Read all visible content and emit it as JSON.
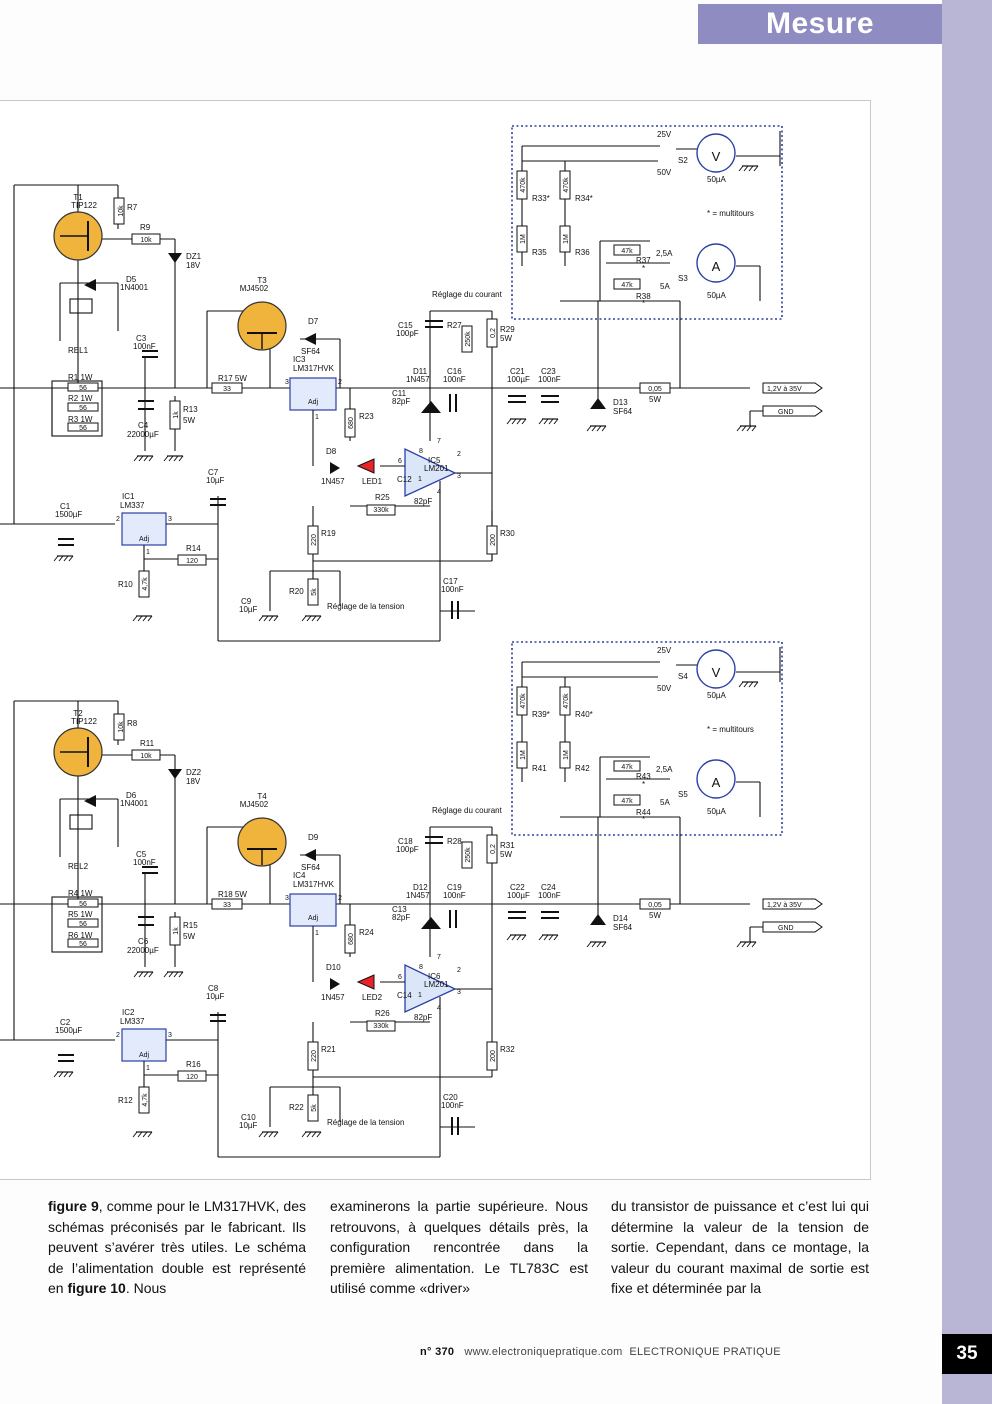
{
  "header": {
    "section": "Mesure"
  },
  "schematic": {
    "upper": {
      "transistor_t1": "T1",
      "transistor_t1_type": "TIP122",
      "r7": "R7",
      "r7_val": "10k",
      "r9": "R9",
      "r9_val": "10k",
      "dz1": "DZ1",
      "dz1_val": "18V",
      "d5": "D5",
      "d5_val": "1N4001",
      "rel1": "REL1",
      "c3": "C3",
      "c3_val": "100nF",
      "r1": "R1  1W",
      "r1_val": "56",
      "r2": "R2  1W",
      "r2_val": "56",
      "r3": "R3  1W",
      "r3_val": "56",
      "c4": "C4",
      "c4_val": "22000µF",
      "r13": "R13",
      "r13_val": "5W",
      "r13_r": "1k",
      "r17": "R17 5W",
      "r17_val": "33",
      "t3": "T3",
      "t3_type": "MJ4502",
      "d7": "D7",
      "d7_val": "SF64",
      "ic3": "IC3",
      "ic3_type": "LM317HVK",
      "adj": "Adj",
      "r23": "R23",
      "r23_val": "680",
      "d8": "D8",
      "d8_val": "1N457",
      "led1": "LED1",
      "c11": "C11",
      "c11_val": "82pF",
      "d11": "D11",
      "d11_val": "1N457",
      "c16": "C16",
      "c16_val": "100nF",
      "c15": "C15",
      "c15_val": "100pF",
      "r27": "R27",
      "r27_val": "250k",
      "r29": "R29",
      "r29_val": "5W",
      "r29_r": "0,2",
      "reglage_courant": "Réglage du courant",
      "ic5": "IC5",
      "ic5_type": "LM201",
      "c12": "C12",
      "c12_val": "82pF",
      "r25": "R25",
      "r25_val": "330k",
      "c21": "C21",
      "c21_val": "100µF",
      "c23": "C23",
      "c23_val": "100nF",
      "d13": "D13",
      "d13_val": "SF64",
      "r_shunt": "0,05",
      "r_shunt_w": "5W",
      "out_v": "1,2V à 35V",
      "out_gnd": "GND",
      "c1": "C1",
      "c1_val": "1500µF",
      "ic1": "IC1",
      "ic1_type": "LM337",
      "c7": "C7",
      "c7_val": "10µF",
      "r14": "R14",
      "r14_val": "120",
      "r10": "R10",
      "r10_val": "4,7k",
      "r19": "R19",
      "r19_val": "220",
      "r30": "R30",
      "r30_val": "200",
      "r20": "R20",
      "r20_val": "5k",
      "c9": "C9",
      "c9_val": "10µF",
      "reglage_tension": "Réglage de la tension",
      "c17": "C17",
      "c17_val": "100nF",
      "s2_25v": "25V",
      "s2_50v": "50V",
      "s2": "S2",
      "meter_v": "V",
      "meter_v_val": "50µA",
      "r33": "R33*",
      "r34": "R34*",
      "r_470k": "470k",
      "multitours": "* = multitours",
      "r35": "R35",
      "r36": "R36",
      "r_1m": "1M",
      "r37": "R37",
      "r37_val": "47k",
      "star": "*",
      "r38": "R38",
      "r38_val": "47k",
      "s3_25a": "2,5A",
      "s3_5a": "5A",
      "s3": "S3",
      "meter_a": "A",
      "meter_a_val": "50µA"
    },
    "lower": {
      "transistor_t2": "T2",
      "transistor_t2_type": "TIP122",
      "r8": "R8",
      "r8_val": "10k",
      "r11": "R11",
      "r11_val": "10k",
      "dz2": "DZ2",
      "dz2_val": "18V",
      "d6": "D6",
      "d6_val": "1N4001",
      "rel2": "REL2",
      "c5": "C5",
      "c5_val": "100nF",
      "r4": "R4  1W",
      "r4_val": "56",
      "r5": "R5  1W",
      "r5_val": "56",
      "r6": "R6  1W",
      "r6_val": "56",
      "c6": "C6",
      "c6_val": "22000µF",
      "r15": "R15",
      "r15_val": "5W",
      "r15_r": "1k",
      "r18": "R18 5W",
      "r18_val": "33",
      "t4": "T4",
      "t4_type": "MJ4502",
      "d9": "D9",
      "d9_val": "SF64",
      "ic4": "IC4",
      "ic4_type": "LM317HVK",
      "adj": "Adj",
      "r24": "R24",
      "r24_val": "680",
      "d10": "D10",
      "d10_val": "1N457",
      "led2": "LED2",
      "c13": "C13",
      "c13_val": "82pF",
      "d12": "D12",
      "d12_val": "1N457",
      "c19": "C19",
      "c19_val": "100nF",
      "c18": "C18",
      "c18_val": "100pF",
      "r28": "R28",
      "r28_val": "250k",
      "r31": "R31",
      "r31_val": "5W",
      "r31_r": "0,2",
      "reglage_courant": "Réglage du courant",
      "ic6": "IC6",
      "ic6_type": "LM201",
      "c14": "C14",
      "c14_val": "82pF",
      "r26": "R26",
      "r26_val": "330k",
      "c22": "C22",
      "c22_val": "100µF",
      "c24": "C24",
      "c24_val": "100nF",
      "d14": "D14",
      "d14_val": "SF64",
      "r_shunt": "0,05",
      "r_shunt_w": "5W",
      "out_v": "1,2V à 35V",
      "out_gnd": "GND",
      "c2": "C2",
      "c2_val": "1500µF",
      "ic2": "IC2",
      "ic2_type": "LM337",
      "c8": "C8",
      "c8_val": "10µF",
      "r16": "R16",
      "r16_val": "120",
      "r12": "R12",
      "r12_val": "4,7k",
      "r21": "R21",
      "r21_val": "220",
      "r32": "R32",
      "r32_val": "200",
      "r22": "R22",
      "r22_val": "5k",
      "c10": "C10",
      "c10_val": "10µF",
      "reglage_tension": "Réglage de la tension",
      "c20": "C20",
      "c20_val": "100nF",
      "s4_25v": "25V",
      "s4_50v": "50V",
      "s4": "S4",
      "meter_v": "V",
      "meter_v_val": "50µA",
      "r39": "R39*",
      "r40": "R40*",
      "r_470k": "470k",
      "multitours": "* = multitours",
      "r41": "R41",
      "r42": "R42",
      "r_1m": "1M",
      "r43": "R43",
      "r43_val": "47k",
      "star": "*",
      "r44": "R44",
      "r44_val": "47k",
      "s5_25a": "2,5A",
      "s5_5a": "5A",
      "s5": "S5",
      "meter_a": "A",
      "meter_a_val": "50µA"
    },
    "pins": {
      "p1": "1",
      "p2": "2",
      "p3": "3",
      "p4": "4",
      "p6": "6",
      "p7": "7",
      "p8": "8",
      "plus": "+",
      "minus": "-"
    }
  },
  "body": {
    "col1": {
      "b1": "figure 9",
      "t1": ", comme pour le LM317HVK, des schémas préconisés par le fabricant. Ils peuvent s’avérer très utiles. Le schéma de l’alimentation double est représenté en ",
      "b2": "figure 10",
      "t2": ". Nous"
    },
    "col2": "examinerons la partie supérieure. Nous retrouvons, à quelques détails près, la configuration rencontrée dans la première alimentation. Le TL783C est utilisé comme «driver»",
    "col3": "du transistor de puissance et c’est lui qui détermine la valeur de la tension de sortie. Cependant, dans ce montage, la valeur du courant maximal de sortie est fixe et déterminée par la"
  },
  "footer": {
    "issue": "n° 370",
    "site": "www.electroniquepratique.com",
    "magazine": "ELECTRONIQUE PRATIQUE"
  },
  "page_number": "35"
}
